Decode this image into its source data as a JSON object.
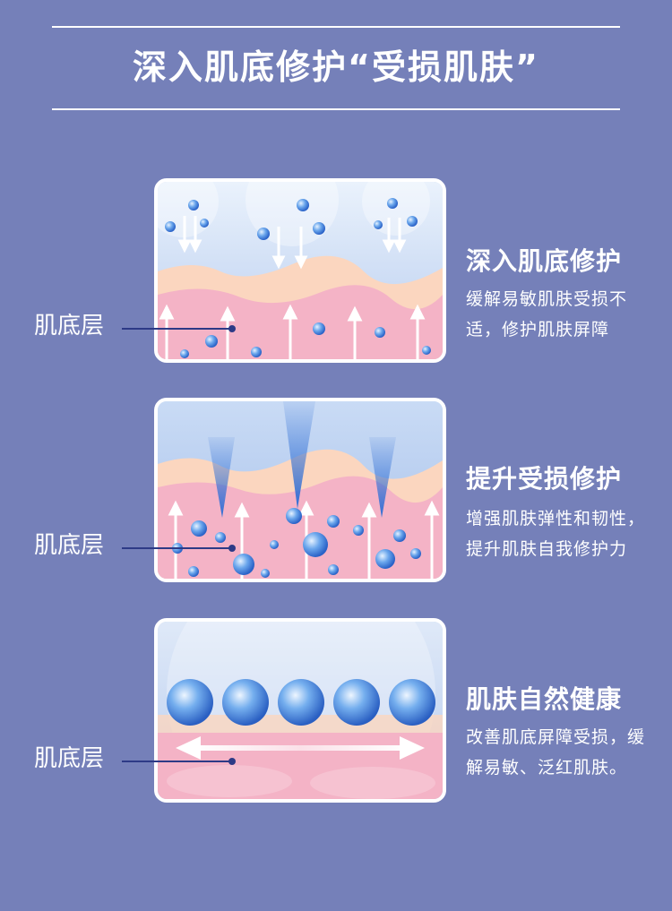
{
  "header": {
    "title": "深入肌底修护“受损肌肤”"
  },
  "sections": [
    {
      "layer_label": "肌底层",
      "title": "深入肌底修护",
      "description": "缓解易敏肌肤受损不适，修护肌肤屏障"
    },
    {
      "layer_label": "肌底层",
      "title": "提升受损修护",
      "description": "增强肌肤弹性和韧性，提升肌肤自我修护力"
    },
    {
      "layer_label": "肌底层",
      "title": "肌肤自然健康",
      "description": "改善肌底屏障受损，缓解易敏、泛红肌肤。"
    }
  ],
  "colors": {
    "background": "#7580b9",
    "text": "#ffffff",
    "pointer": "#2d3a86",
    "skin_pink": "#f4b3c6",
    "skin_peach": "#fbd6bf",
    "bubble_blue": "#4f8fe0"
  }
}
